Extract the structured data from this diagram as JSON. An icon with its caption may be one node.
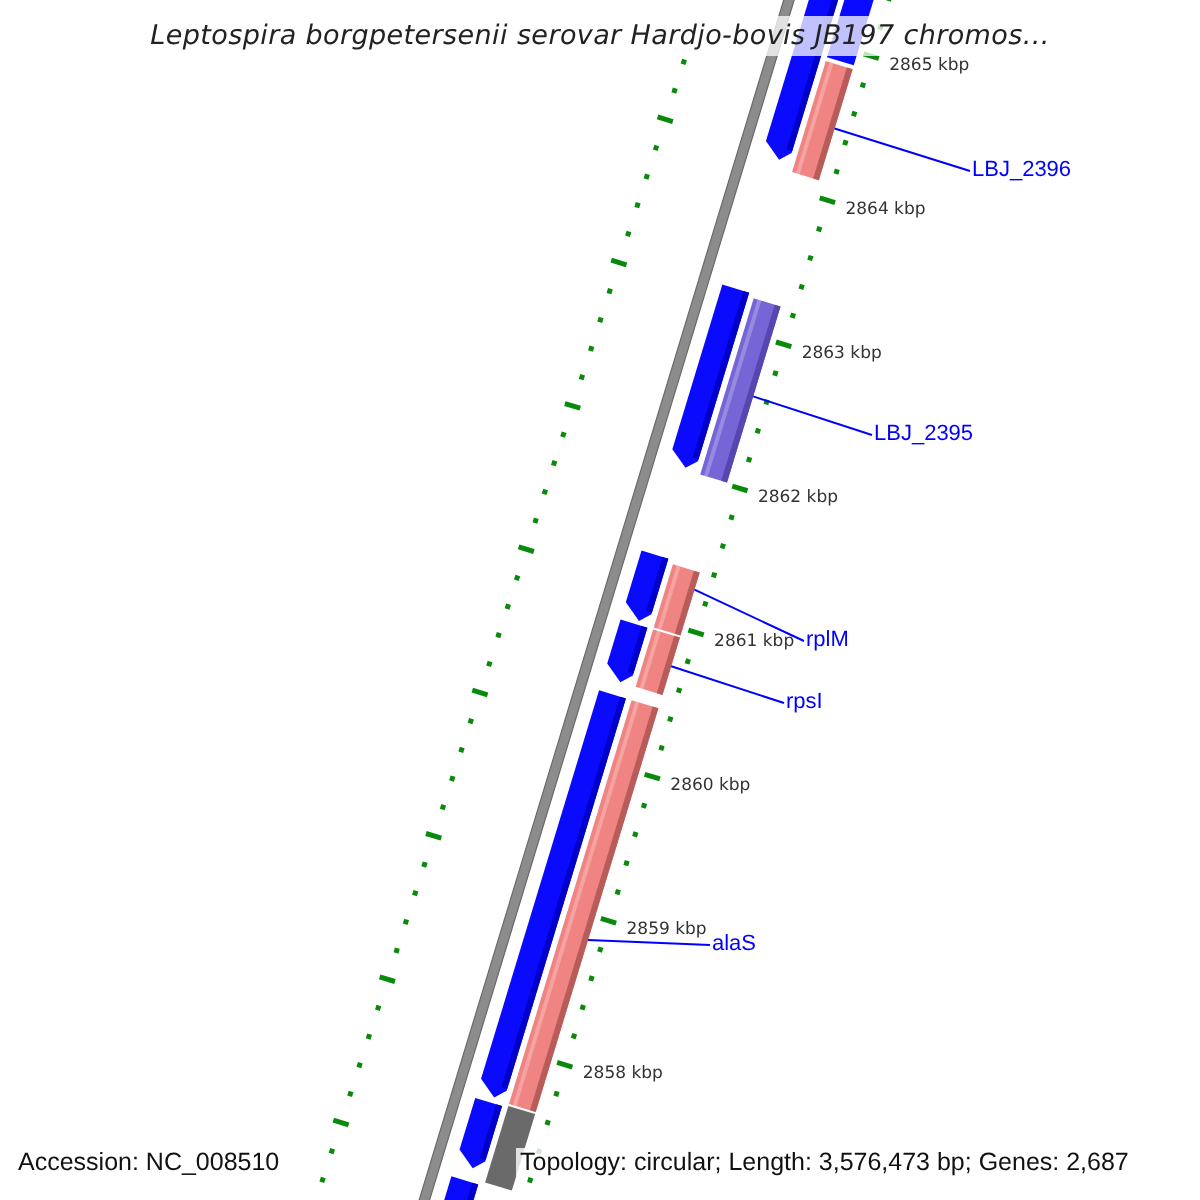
{
  "diagram": {
    "title": "Leptospira borgpetersenii serovar Hardjo-bovis JB197 chromos...",
    "nodes": [
      {
        "text": [
          "LBJ_2396"
        ]
      },
      {
        "text": [],
        "shape": "bar"
      },
      {
        "text": [
          "LBJ_2395"
        ]
      },
      {
        "text": [],
        "shape": "bar"
      },
      {
        "text": [
          "rplM"
        ]
      },
      {
        "text": [],
        "shape": "bar"
      },
      {
        "text": [
          "rpsI"
        ]
      },
      {
        "text": [],
        "shape": "bar"
      },
      {
        "text": [
          "alaS"
        ]
      },
      {
        "text": [],
        "shape": "bar"
      }
    ],
    "edges": [
      {
        "from": 0,
        "to": 1,
        "arrow": "none"
      },
      {
        "from": 2,
        "to": 3,
        "arrow": "none"
      },
      {
        "from": 4,
        "to": 5,
        "arrow": "none"
      },
      {
        "from": 6,
        "to": 7,
        "arrow": "none"
      },
      {
        "from": 8,
        "to": 9,
        "arrow": "none"
      }
    ],
    "labels": [
      "2865 kbp",
      "2864 kbp",
      "2863 kbp",
      "2862 kbp",
      "2861 kbp",
      "2860 kbp",
      "2859 kbp",
      "2858 kbp",
      "Accession: NC_008510",
      "Topology: circular; Length: 3,576,473 bp; Genes: 2,687"
    ]
  }
}
